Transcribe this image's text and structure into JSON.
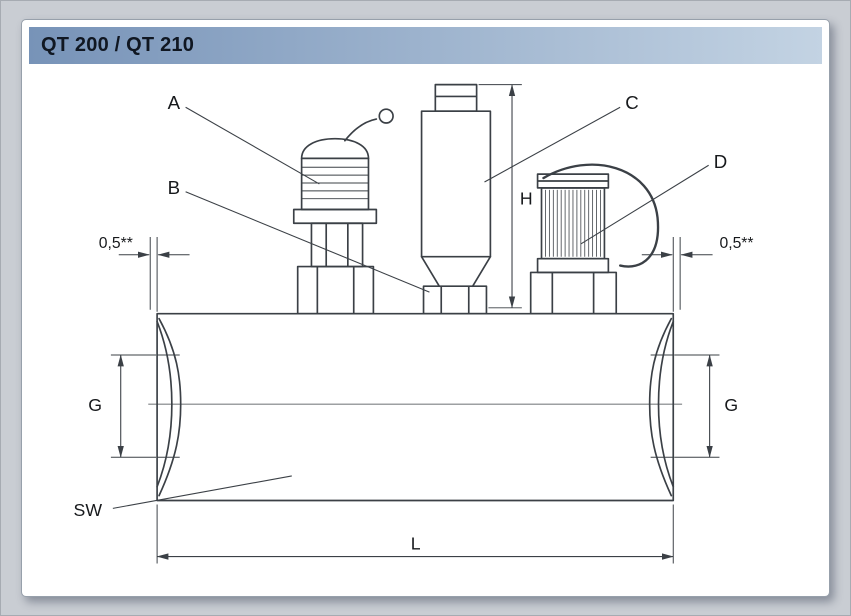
{
  "header": {
    "title": "QT 200 / QT 210"
  },
  "drawing": {
    "part_labels": {
      "a": "A",
      "b": "B",
      "c": "C",
      "d": "D"
    },
    "dimensions": {
      "height": "H",
      "length": "L",
      "thread_left": "G",
      "thread_right": "G",
      "wrench_size": "SW",
      "offset_left": "0,5**",
      "offset_right": "0,5**"
    },
    "colors": {
      "line": "#3b4046",
      "text": "#17191c",
      "header_gradient_start": "#7793b8",
      "header_gradient_end": "#c3d3e3",
      "page_background": "#c9cdd3",
      "panel_background": "#ffffff"
    }
  }
}
